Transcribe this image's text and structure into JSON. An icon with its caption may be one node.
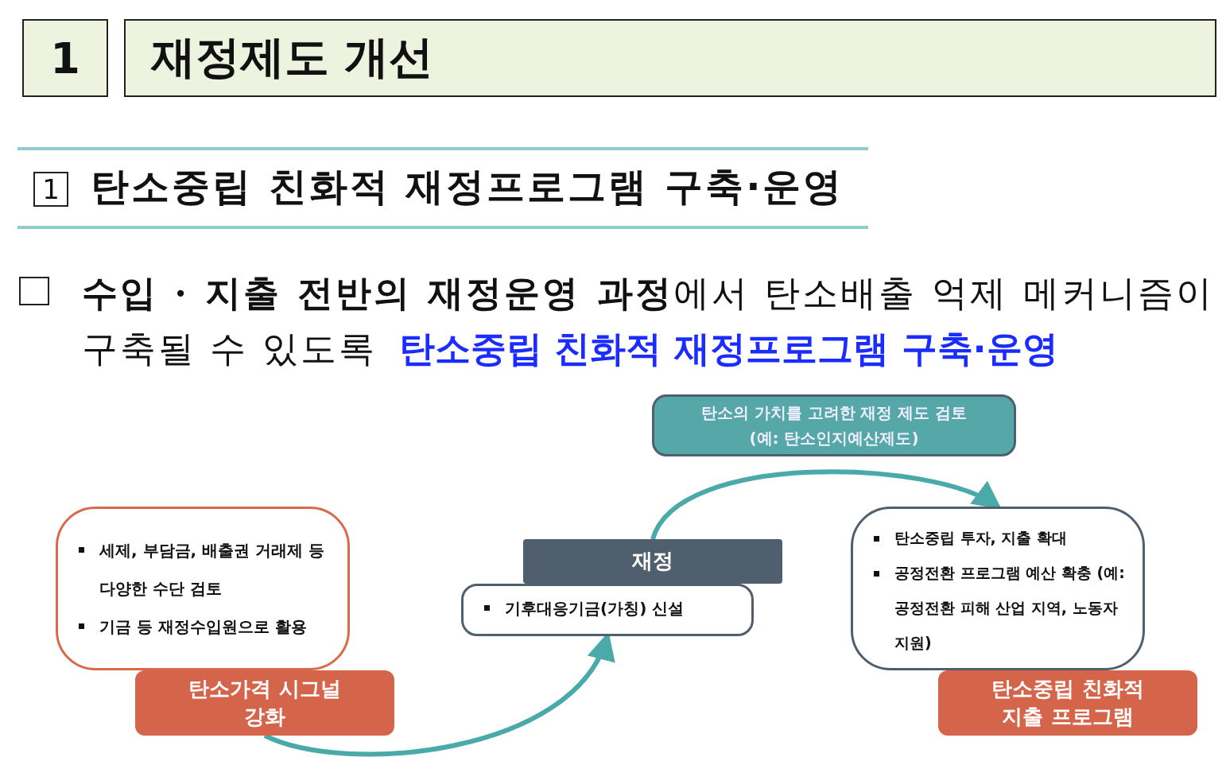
{
  "diagram": {
    "title": "재정제도 개선",
    "nodes": [
      {
        "text": [
          "세제, 부담금, 배출권 거래제 등 다양한 수단 검토",
          "기금 등 재정수입원으로 활용"
        ]
      },
      {
        "text": [
          "탄소가격 시그널 강화"
        ]
      },
      {
        "text": [
          "기후대응기금(가칭) 신설"
        ]
      },
      {
        "text": [
          "재정"
        ]
      },
      {
        "text": [
          "탄소의 가치를 고려한 재정 제도 검토",
          "(예: 탄소인지예산제도)"
        ]
      },
      {
        "text": [
          "탄소중립 투자, 지출 확대",
          "공정전환 프로그램 예산 확충 (예: 공정전환 피해 산업 지역, 노동자 지원)"
        ]
      },
      {
        "text": [
          "탄소중립 친화적 지출 프로그램"
        ]
      }
    ],
    "edges": [
      {
        "from": 1,
        "to": 2,
        "arrow": "to"
      },
      {
        "from": 3,
        "to": 5,
        "arrow": "to"
      }
    ],
    "labels": [
      "1",
      "1",
      "탄소중립 친화적 재정프로그램 구축·운영",
      "**수입 · 지출 전반의 재정운영 과정**에서 탄소배출 억제 메커니즘이 구축될 수 있도록",
      "탄소중립 친화적 재정프로그램 구축·운영"
    ]
  }
}
